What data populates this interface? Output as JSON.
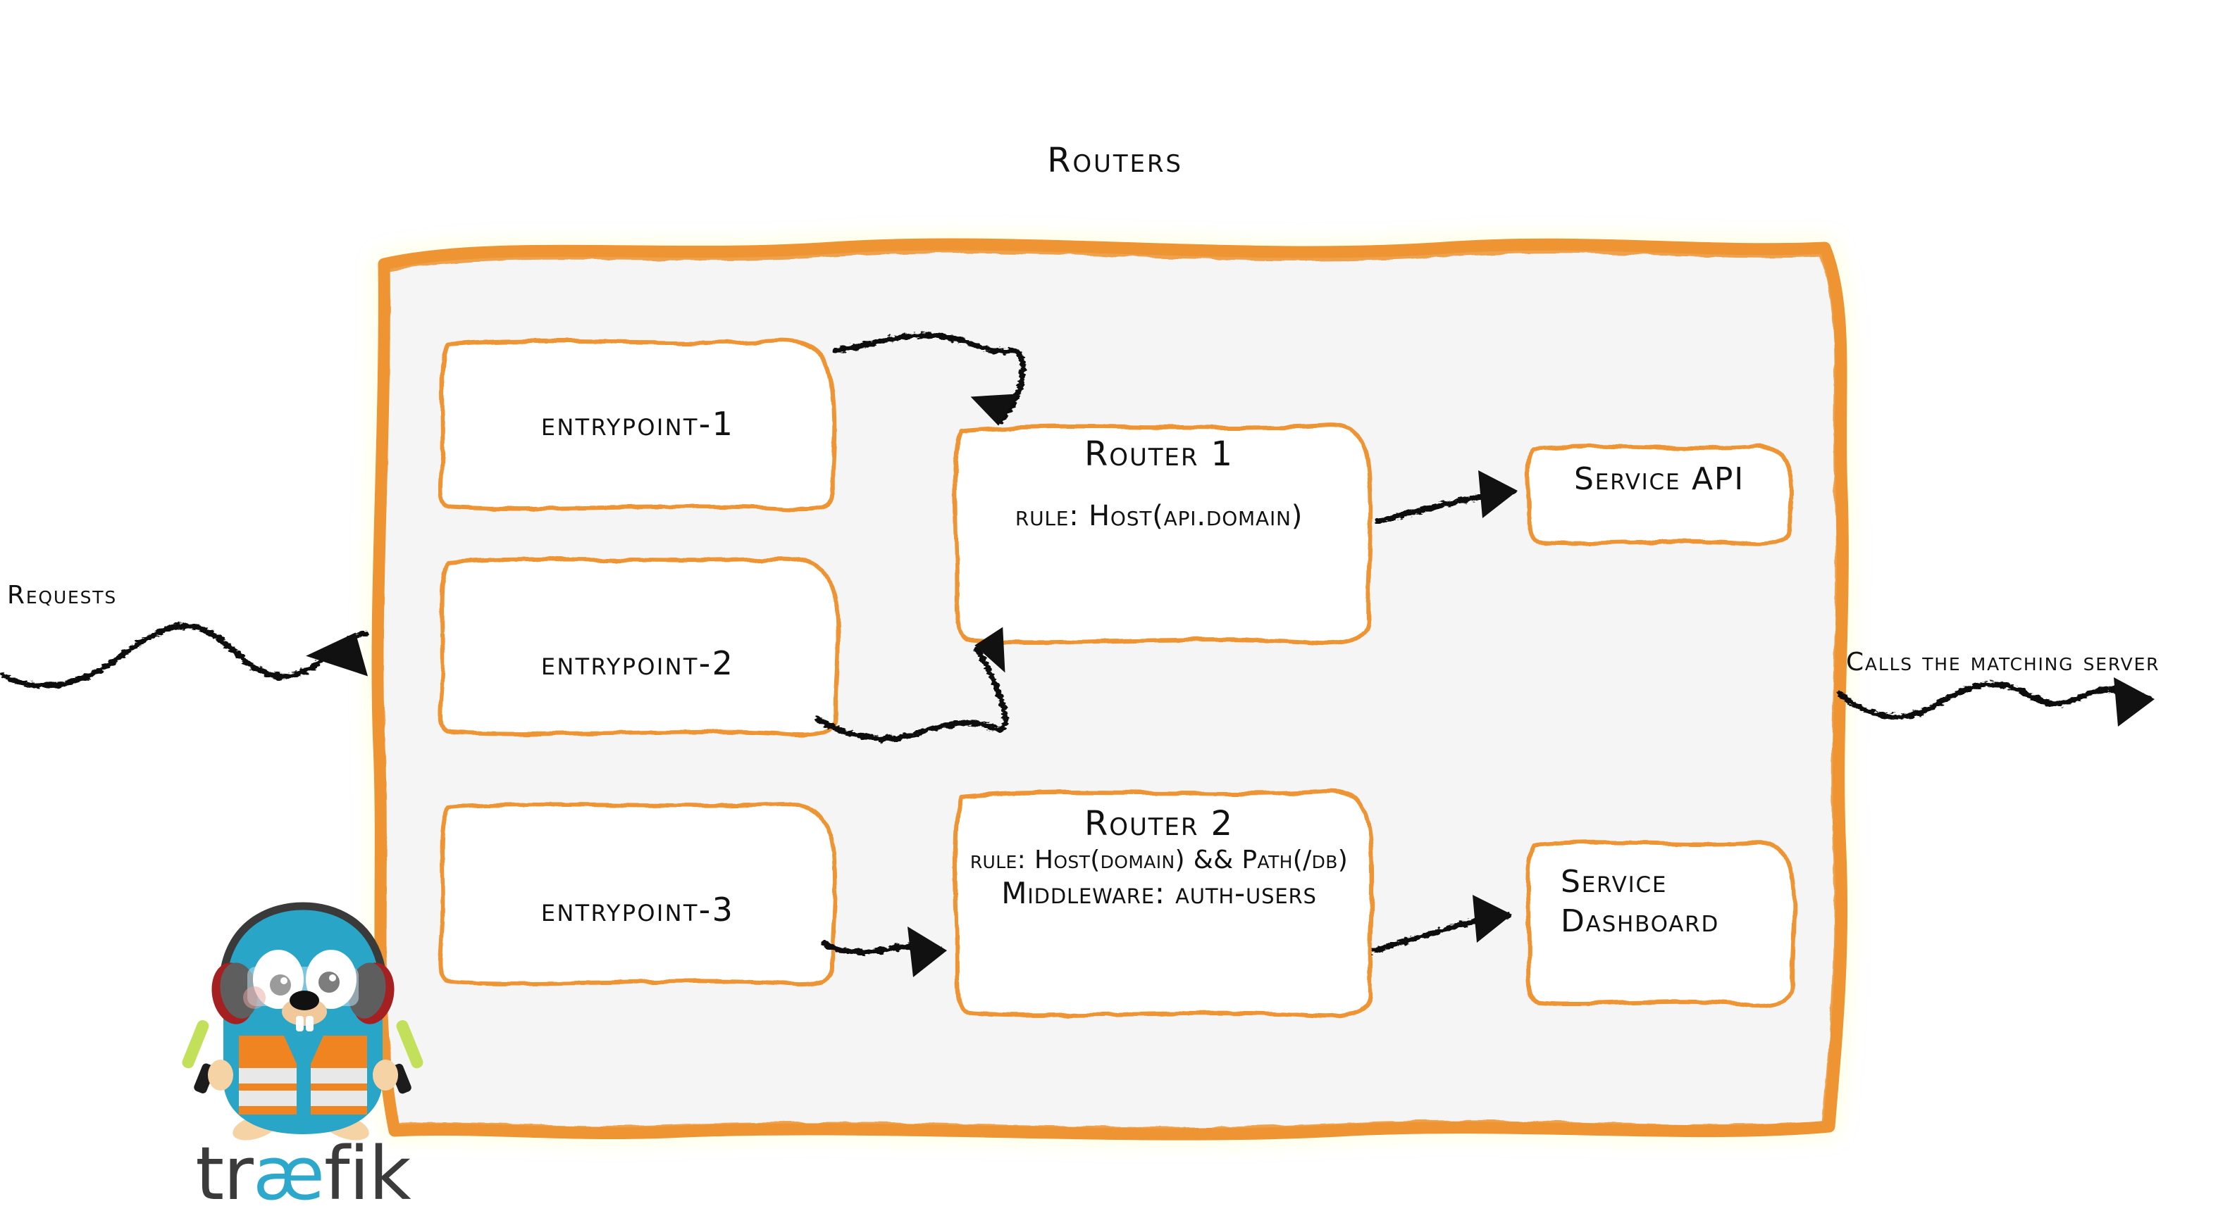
{
  "diagram": {
    "title": "Routers",
    "theme": {
      "orange": "#EE9430",
      "panel_fill": "#F5F5F5",
      "ink": "#111111",
      "traefik_cyan": "#2CA8CC",
      "traefik_dark": "#3B3B3B",
      "vest_orange": "#F08421",
      "wand_green": "#C3E05A"
    }
  },
  "edges_labels": {
    "incoming": "Requests",
    "outgoing": "Calls the matching server"
  },
  "entrypoints": [
    {
      "id": "entrypoint-1",
      "label": "entrypoint-1"
    },
    {
      "id": "entrypoint-2",
      "label": "entrypoint-2"
    },
    {
      "id": "entrypoint-3",
      "label": "entrypoint-3"
    }
  ],
  "routers": [
    {
      "id": "router-1",
      "title": "Router 1",
      "rule": "rule: Host(api.domain)",
      "middleware": null
    },
    {
      "id": "router-2",
      "title": "Router 2",
      "rule": "rule: Host(domain) && Path(/db)",
      "middleware": "Middleware: auth-users"
    }
  ],
  "services": [
    {
      "id": "service-api",
      "label": "Service API",
      "lines": [
        "Service API"
      ]
    },
    {
      "id": "service-dashboard",
      "label": "Service Dashboard",
      "lines": [
        "Service",
        "Dashboard"
      ]
    }
  ],
  "logo": {
    "name_part1": "tr",
    "name_ae": "æ",
    "name_part2": "fik"
  }
}
